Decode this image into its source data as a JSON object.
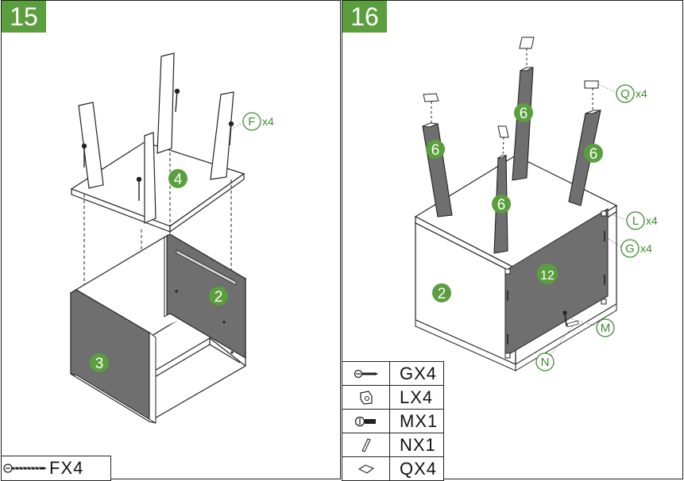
{
  "steps": [
    {
      "number": "15",
      "part_labels": [
        "4",
        "2",
        "3"
      ],
      "callouts": [
        {
          "letter": "F",
          "qty": "x4"
        }
      ],
      "legend": [
        {
          "icon": "long-screw-icon",
          "code": "FX4"
        }
      ]
    },
    {
      "number": "16",
      "part_labels": [
        "6",
        "6",
        "6",
        "6",
        "2",
        "12"
      ],
      "callouts": [
        {
          "letter": "Q",
          "qty": "x4"
        },
        {
          "letter": "L",
          "qty": "x4"
        },
        {
          "letter": "G",
          "qty": "x4"
        },
        {
          "letter": "M",
          "qty": ""
        },
        {
          "letter": "N",
          "qty": ""
        }
      ],
      "legend": [
        {
          "icon": "screw-icon",
          "code": "GX4"
        },
        {
          "icon": "bracket-icon",
          "code": "LX4"
        },
        {
          "icon": "bolt-icon",
          "code": "MX1"
        },
        {
          "icon": "pin-icon",
          "code": "NX1"
        },
        {
          "icon": "pad-icon",
          "code": "QX4"
        }
      ]
    }
  ],
  "colors": {
    "accent": "#5a9e3e",
    "panel": "#6f6f6f",
    "line": "#222222"
  }
}
